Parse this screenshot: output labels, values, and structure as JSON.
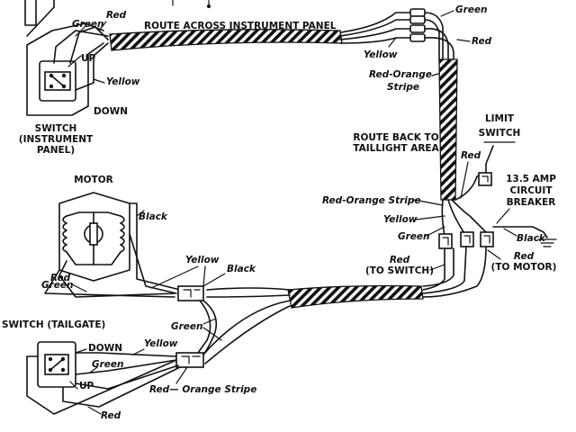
{
  "labels": {
    "route_across": "ROUTE ACROSS INSTRUMENT PANEL",
    "route_back_1": "ROUTE BACK TO",
    "route_back_2": "TAILLIGHT AREA",
    "limit_switch_1": "LIMIT",
    "limit_switch_2": "SWITCH",
    "breaker_1": "13.5 AMP",
    "breaker_2": "CIRCUIT",
    "breaker_3": "BREAKER",
    "motor": "MOTOR",
    "switch_instrument_1": "SWITCH",
    "switch_instrument_2": "(INSTRUMENT",
    "switch_instrument_3": "PANEL)",
    "switch_tailgate": "SWITCH (TAILGATE)",
    "up_top": "UP",
    "down_top": "DOWN",
    "up_bottom": "UP",
    "down_bottom": "DOWN",
    "to_switch_1": "Red",
    "to_switch_2": "(TO SWITCH)",
    "to_motor_1": "Red",
    "to_motor_2": "(TO MOTOR)"
  },
  "wire_labels": {
    "green_top_left": "Green",
    "red_top_left": "Red",
    "yellow_top_left": "Yellow",
    "green_top_right": "Green",
    "red_top_right": "Red",
    "yellow_top_right": "Yellow",
    "red_orange_stripe_1": "Red-Orange",
    "red_orange_stripe_2": "Stripe",
    "red_right": "Red",
    "red_orange_stripe_mid": "Red-Orange Stripe",
    "yellow_mid": "Yellow",
    "green_mid": "Green",
    "black_breaker": "Black",
    "black_motor": "Black",
    "yellow_motor": "Yellow",
    "black_center": "Black",
    "red_motor_left": "Red",
    "green_motor_left": "Green",
    "green_tailgate_mid": "Green",
    "yellow_tailgate": "Yellow",
    "green_tailgate": "Green",
    "red_orange_bottom": "Red— Orange Stripe",
    "red_bottom": "Red"
  }
}
